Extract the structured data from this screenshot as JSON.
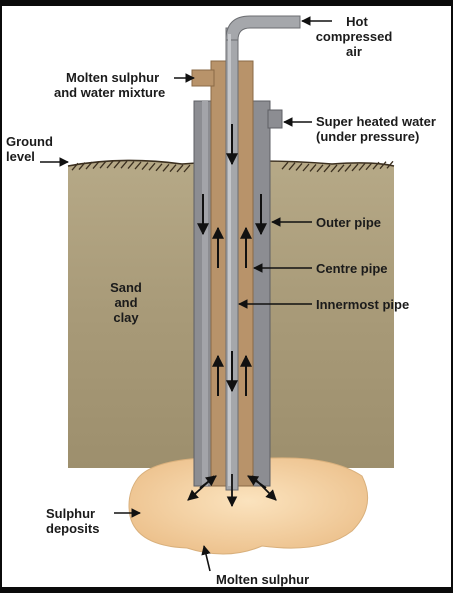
{
  "labels": {
    "hot_air": [
      "Hot",
      "compressed",
      "air"
    ],
    "molten_mixture": [
      "Molten sulphur",
      "and water mixture"
    ],
    "superheated_water": [
      "Super heated water",
      "(under pressure)"
    ],
    "ground_level": [
      "Ground",
      "level"
    ],
    "outer_pipe": "Outer pipe",
    "centre_pipe": "Centre pipe",
    "innermost_pipe": "Innermost pipe",
    "sand_clay": [
      "Sand",
      "and",
      "clay"
    ],
    "sulphur_deposits": [
      "Sulphur",
      "deposits"
    ],
    "molten_sulphur": "Molten sulphur"
  },
  "colors": {
    "soil": "#a89a78",
    "soil_hatch": "#3c3020",
    "outer_pipe": "#8c8d92",
    "centre_pipe": "#b8936a",
    "inner_pipe": "#a5a7ab",
    "deposit": "#f3cf9e",
    "arrow": "#111111"
  }
}
